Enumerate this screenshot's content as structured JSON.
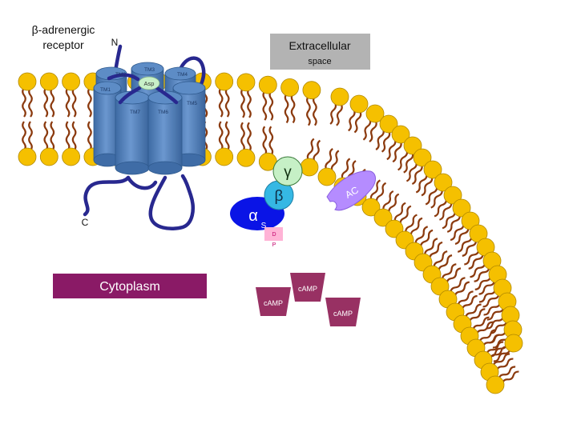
{
  "labels": {
    "receptor": [
      "β-adrenergic",
      "receptor"
    ],
    "n_terminus": "N",
    "c_terminus": "C",
    "extracellular": [
      "Extracellular",
      "space"
    ],
    "cytoplasm": "Cytoplasm",
    "asp": "Asp",
    "tm": [
      "TM1",
      "TM2",
      "TM3",
      "TM4",
      "TM5",
      "TM6",
      "TM7"
    ],
    "gamma": "γ",
    "beta": "β",
    "alpha": "α",
    "alpha_sub": "S",
    "gdp": [
      "D",
      "P"
    ],
    "ac": "AC",
    "camp": [
      "cAMP",
      "cAMP",
      "cAMP"
    ]
  },
  "colors": {
    "head": "#f5c000",
    "tail": "#8b3a0e",
    "helix": "#4f7fb8",
    "helix_dark": "#2f5a8e",
    "loop": "#28288f",
    "extracellular_box": "#b3b3b3",
    "cytoplasm_box": "#8a1a66",
    "gamma": "#c6f0c6",
    "beta": "#35b8e4",
    "alpha": "#0a14e6",
    "gdp": "#ffb3d6",
    "ac": "#b58cff",
    "camp": "#983163"
  }
}
